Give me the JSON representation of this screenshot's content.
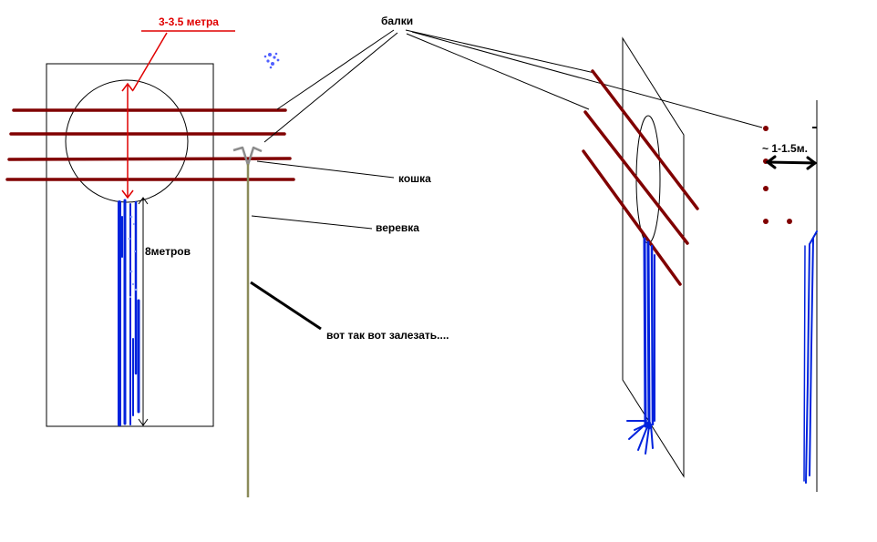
{
  "labels": {
    "width_label": "3-3.5 метра",
    "beams_label": "балки",
    "grapple_label": "кошка",
    "rope_label": "веревка",
    "height_label": "8метров",
    "climb_label": "вот так вот залезать....",
    "gap_label": "~ 1-1.5м."
  },
  "colors": {
    "beam": "#800000",
    "accent_red": "#e00000",
    "water_blue": "#0022dd",
    "rope": "#8b8b5a",
    "grapple": "#8c8c8c",
    "line": "#000000"
  }
}
